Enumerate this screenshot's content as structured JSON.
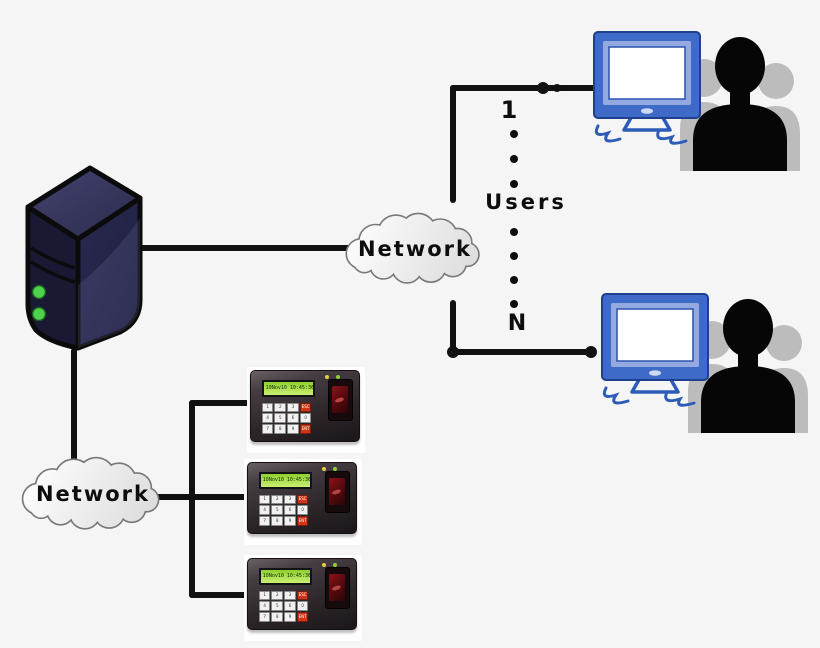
{
  "page": {
    "background": "#f5f5f5",
    "line_color": "#111111"
  },
  "clouds": [
    {
      "label": "Network"
    },
    {
      "label": "Network"
    }
  ],
  "users": {
    "first": "1",
    "label": "Users",
    "last": "N",
    "dots_above": 3,
    "dots_below": 4
  },
  "server": {
    "kind": "server-tower",
    "body_color": "#23234a",
    "led_color": "#4cd24c",
    "led_count": 2
  },
  "workstations": [
    {
      "kind": "user-workstation",
      "position": "top-right"
    },
    {
      "kind": "user-workstation",
      "position": "bottom-right"
    }
  ],
  "devices": [
    {
      "lcd_text": "10Nov10 10:45:36",
      "keys": [
        {
          "label": "1"
        },
        {
          "label": "2"
        },
        {
          "label": "3"
        },
        {
          "label": "ESC",
          "red": true
        },
        {
          "label": "4"
        },
        {
          "label": "5"
        },
        {
          "label": "6"
        },
        {
          "label": "0"
        },
        {
          "label": "7"
        },
        {
          "label": "8"
        },
        {
          "label": "9"
        },
        {
          "label": "ENT",
          "red": true
        }
      ]
    },
    {
      "lcd_text": "10Nov10 10:45:36",
      "keys": [
        {
          "label": "1"
        },
        {
          "label": "2"
        },
        {
          "label": "3"
        },
        {
          "label": "ESC",
          "red": true
        },
        {
          "label": "4"
        },
        {
          "label": "5"
        },
        {
          "label": "6"
        },
        {
          "label": "0"
        },
        {
          "label": "7"
        },
        {
          "label": "8"
        },
        {
          "label": "9"
        },
        {
          "label": "ENT",
          "red": true
        }
      ]
    },
    {
      "lcd_text": "10Nov10 10:45:36",
      "keys": [
        {
          "label": "1"
        },
        {
          "label": "2"
        },
        {
          "label": "3"
        },
        {
          "label": "ESC",
          "red": true
        },
        {
          "label": "4"
        },
        {
          "label": "5"
        },
        {
          "label": "6"
        },
        {
          "label": "0"
        },
        {
          "label": "7"
        },
        {
          "label": "8"
        },
        {
          "label": "9"
        },
        {
          "label": "ENT",
          "red": true
        }
      ]
    }
  ]
}
